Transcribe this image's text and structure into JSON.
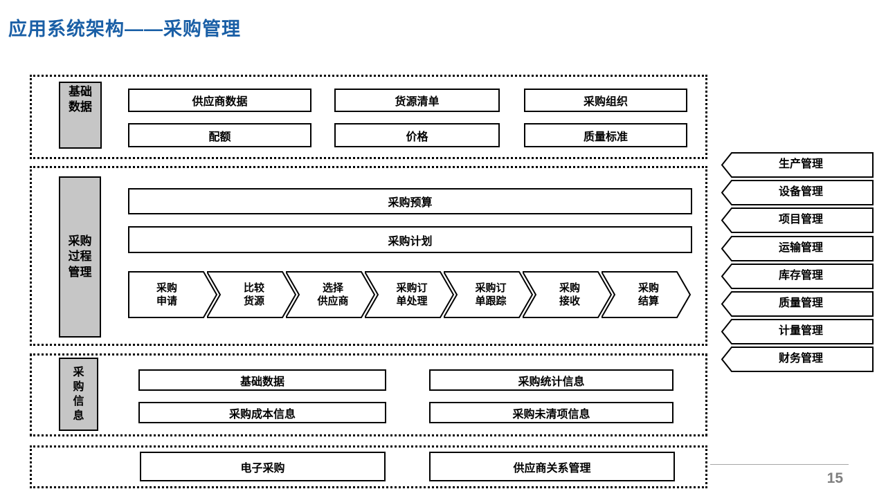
{
  "title": "应用系统架构——采购管理",
  "colors": {
    "title_blue": "#1A5FA6",
    "label_gray": "#C6C6C6",
    "box_border": "#000000",
    "footer_gray": "#7F7F7F"
  },
  "sections": {
    "base_data": {
      "label": "基础\n数据",
      "row1": [
        "供应商数据",
        "货源清单",
        "采购组织"
      ],
      "row2": [
        "配额",
        "价格",
        "质量标准"
      ]
    },
    "process": {
      "label": "采购\n过程\n管理",
      "bars": [
        "采购预算",
        "采购计划"
      ],
      "steps": [
        "采购\n申请",
        "比较\n货源",
        "选择\n供应商",
        "采购订\n单处理",
        "采购订\n单跟踪",
        "采购\n接收",
        "采购\n结算"
      ]
    },
    "info": {
      "label": "采\n购\n信\n息",
      "left_column": [
        "基础数据",
        "采购成本信息"
      ],
      "right_column": [
        "采购统计信息",
        "采购未清项信息"
      ]
    },
    "bottom": {
      "items": [
        "电子采购",
        "供应商关系管理"
      ]
    }
  },
  "right_modules": [
    "生产管理",
    "设备管理",
    "项目管理",
    "运输管理",
    "库存管理",
    "质量管理",
    "计量管理",
    "财务管理"
  ],
  "footer": {
    "page_number": "15"
  }
}
